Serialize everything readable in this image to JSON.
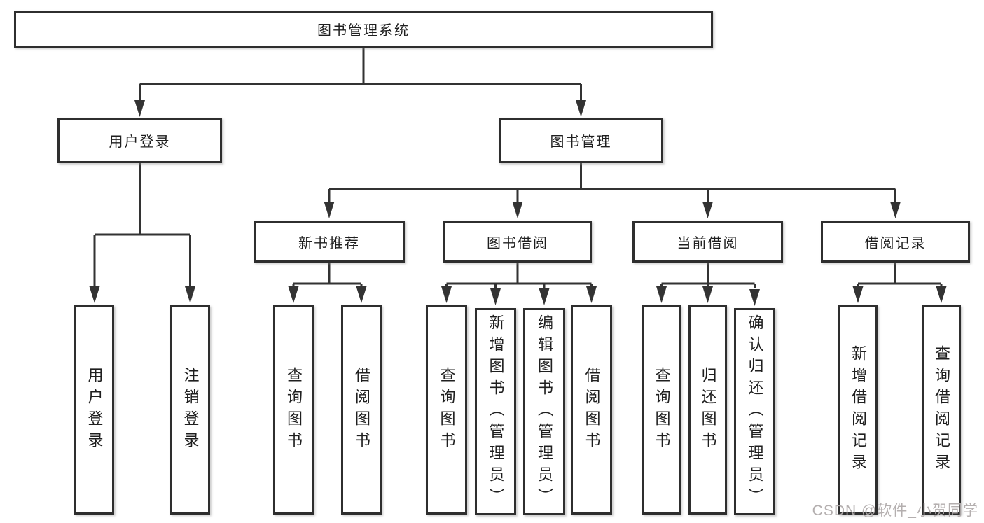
{
  "diagram": {
    "root": "图书管理系统",
    "branches": [
      {
        "label": "用户登录",
        "leaves": [
          "用户登录",
          "注销登录"
        ]
      },
      {
        "label": "图书管理",
        "groups": [
          {
            "label": "新书推荐",
            "leaves": [
              "查询图书",
              "借阅图书"
            ]
          },
          {
            "label": "图书借阅",
            "leaves": [
              "查询图书",
              "新增图书（管理员）",
              "编辑图书（管理员）",
              "借阅图书"
            ]
          },
          {
            "label": "当前借阅",
            "leaves": [
              "查询图书",
              "归还图书",
              "确认归还（管理员）"
            ]
          },
          {
            "label": "借阅记录",
            "leaves": [
              "新增借阅记录",
              "查询借阅记录"
            ]
          }
        ]
      }
    ]
  },
  "watermark": {
    "text": "CSDN @软件_小贺同学"
  },
  "colors": {
    "line": "#333333",
    "box_border": "#2e2e2e",
    "text": "#1f1f1f",
    "watermark": "#b0abab",
    "background": "#ffffff"
  }
}
